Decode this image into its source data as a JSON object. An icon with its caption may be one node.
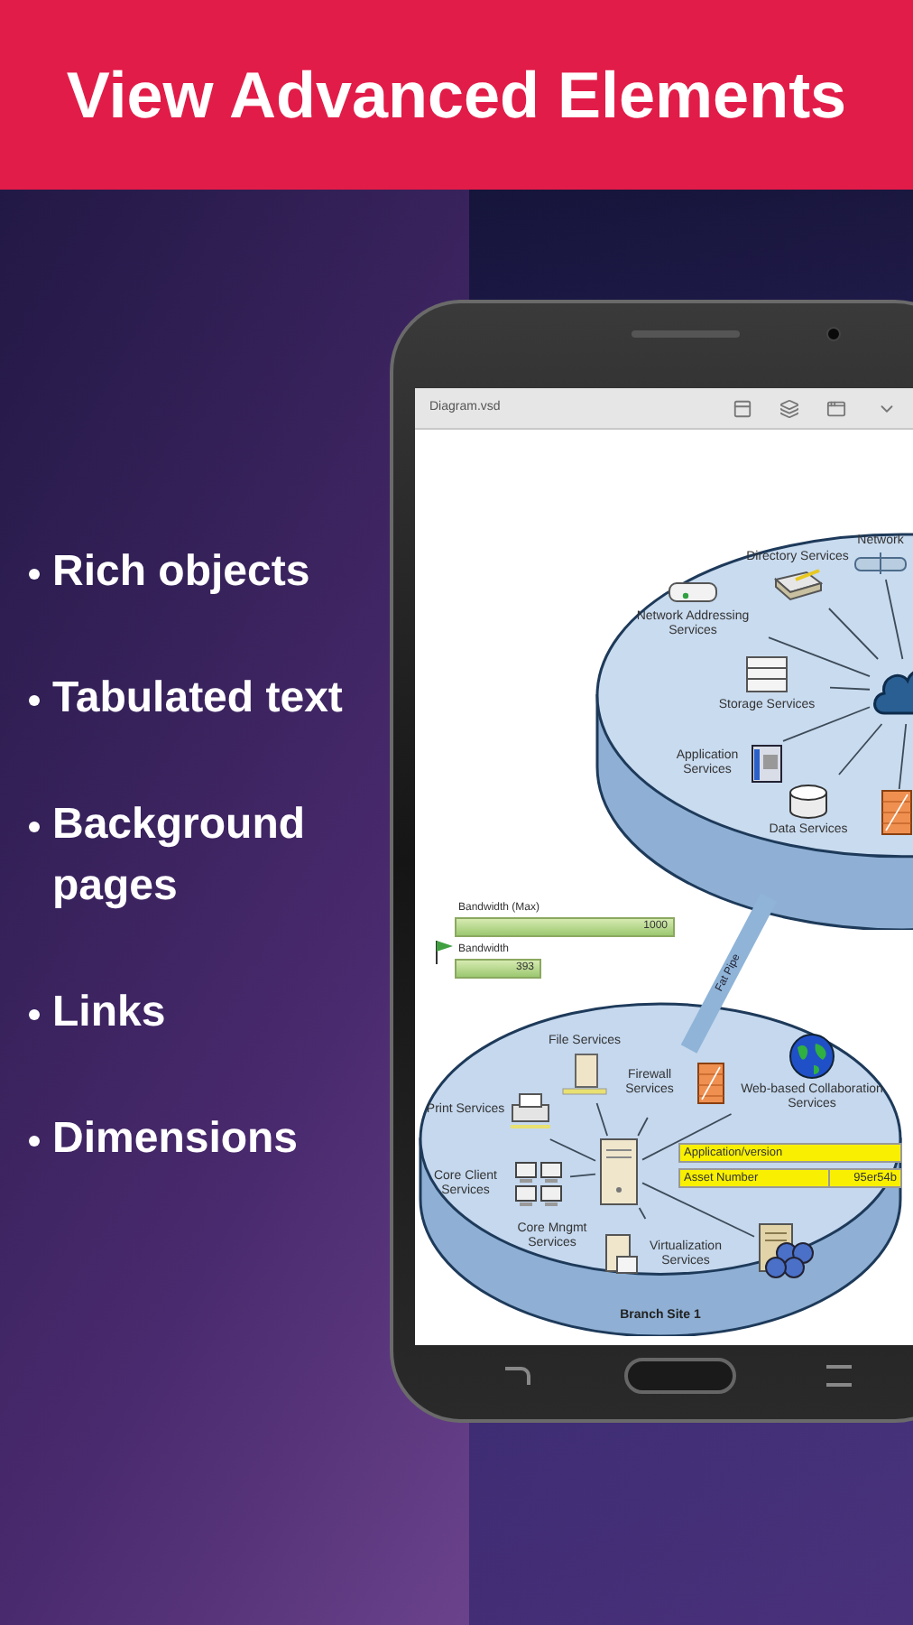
{
  "diagram": {
    "title": "View Advanced Elements",
    "nodes": [
      {
        "text": [],
        "shape": "cylinder"
      },
      {
        "text": [
          "Network"
        ],
        "in": 0
      },
      {
        "text": [
          "Directory Services"
        ],
        "in": 0
      },
      {
        "text": [
          "Network Addressing Services"
        ],
        "in": 0
      },
      {
        "text": [
          "Storage Services"
        ],
        "in": 0
      },
      {
        "text": [
          "Application Services"
        ],
        "in": 0
      },
      {
        "text": [
          "Data Services"
        ],
        "in": 0
      },
      {
        "text": [],
        "shape": "cloud",
        "in": 0
      },
      {
        "text": [],
        "shape": "picture",
        "in": 0
      },
      {
        "text": [
          "Branch Site 1"
        ]
      },
      {
        "text": [],
        "shape": "picture",
        "in": 9
      },
      {
        "text": [
          "File Services"
        ],
        "in": 9
      },
      {
        "text": [
          "Firewall Services"
        ],
        "in": 9
      },
      {
        "text": [
          "Print Services"
        ],
        "in": 9
      },
      {
        "text": [
          "Core Client Services"
        ],
        "in": 9
      },
      {
        "text": [
          "Virtualization Services"
        ],
        "in": 9
      },
      {
        "text": [],
        "shape": "picture",
        "in": 9
      },
      {
        "text": [
          "Web-based Collaboration Services"
        ],
        "in": 9
      }
    ],
    "edges": [
      {
        "from": 7,
        "to": 1,
        "arrow": "none"
      },
      {
        "from": 7,
        "to": 2,
        "arrow": "none"
      },
      {
        "from": 7,
        "to": 3,
        "arrow": "none"
      },
      {
        "from": 7,
        "to": 4,
        "arrow": "none"
      },
      {
        "from": 7,
        "to": 5,
        "arrow": "none"
      },
      {
        "from": 7,
        "to": 6,
        "arrow": "none"
      },
      {
        "from": 7,
        "to": 8,
        "arrow": "none"
      },
      {
        "from": 0,
        "to": 12,
        "arrow": "none",
        "label": "Fat Pipe",
        "style": "thick",
        "color": "#8fb4d8"
      },
      {
        "from": 10,
        "to": 11,
        "arrow": "none"
      },
      {
        "from": 10,
        "to": 12,
        "arrow": "none"
      },
      {
        "from": 10,
        "to": 13,
        "arrow": "none"
      },
      {
        "from": 10,
        "to": 14,
        "arrow": "none"
      },
      {
        "from": 10,
        "to": 15,
        "arrow": "none"
      },
      {
        "from": 10,
        "to": 16,
        "arrow": "none"
      },
      {
        "from": 10,
        "to": 17,
        "arrow": "none"
      }
    ],
    "labels": [
      "Rich objects",
      "Tabulated text",
      "Background pages",
      "Links",
      "Dimensions",
      "Diagram.vsd",
      "Bandwidth (Max)",
      "1000",
      "Bandwidth",
      "393",
      "Core Mngmt Services",
      "Application/version",
      "Asset Number",
      "95er54b"
    ]
  }
}
